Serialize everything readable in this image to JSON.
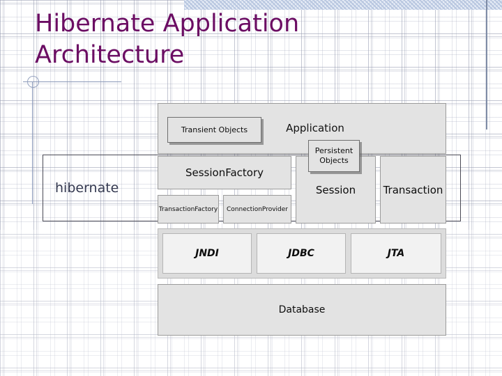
{
  "slide": {
    "title": "Hibernate Application\nArchitecture",
    "title_color": "#6b0d63",
    "caption": "hibernate",
    "caption_color": "#33384f"
  },
  "diagram": {
    "name": "hibernate-application-architecture-diagram",
    "rows": [
      {
        "id": "application-row",
        "label": "Application",
        "boxes": [
          {
            "id": "transient-objects",
            "label": "Transient Objects",
            "style": "shadowed"
          },
          {
            "id": "persistent-objects",
            "label": "Persistent\nObjects",
            "style": "shadowed"
          }
        ]
      },
      {
        "id": "core-row",
        "boxes": [
          {
            "id": "session-factory",
            "label": "SessionFactory",
            "style": "filled"
          },
          {
            "id": "transaction-factory",
            "label": "TransactionFactory",
            "style": "filled"
          },
          {
            "id": "connection-provider",
            "label": "ConnectionProvider",
            "style": "filled"
          },
          {
            "id": "session",
            "label": "Session",
            "style": "filled"
          },
          {
            "id": "transaction",
            "label": "Transaction",
            "style": "filled"
          }
        ]
      },
      {
        "id": "services-row",
        "boxes": [
          {
            "id": "jndi",
            "label": "JNDI",
            "style": "hollow"
          },
          {
            "id": "jdbc",
            "label": "JDBC",
            "style": "hollow"
          },
          {
            "id": "jta",
            "label": "JTA",
            "style": "hollow"
          }
        ]
      },
      {
        "id": "database-row",
        "boxes": [
          {
            "id": "database",
            "label": "Database",
            "style": "filled"
          }
        ]
      }
    ]
  },
  "colors": {
    "title_purple": "#6b0d63",
    "caption_navy": "#33384f",
    "block_fill": "#e3e3e3",
    "block_border": "#9b9b9b",
    "band_fill": "#dcdcdc",
    "grid_blue": "#a5aabe",
    "rule_blue": "#8897b8"
  }
}
